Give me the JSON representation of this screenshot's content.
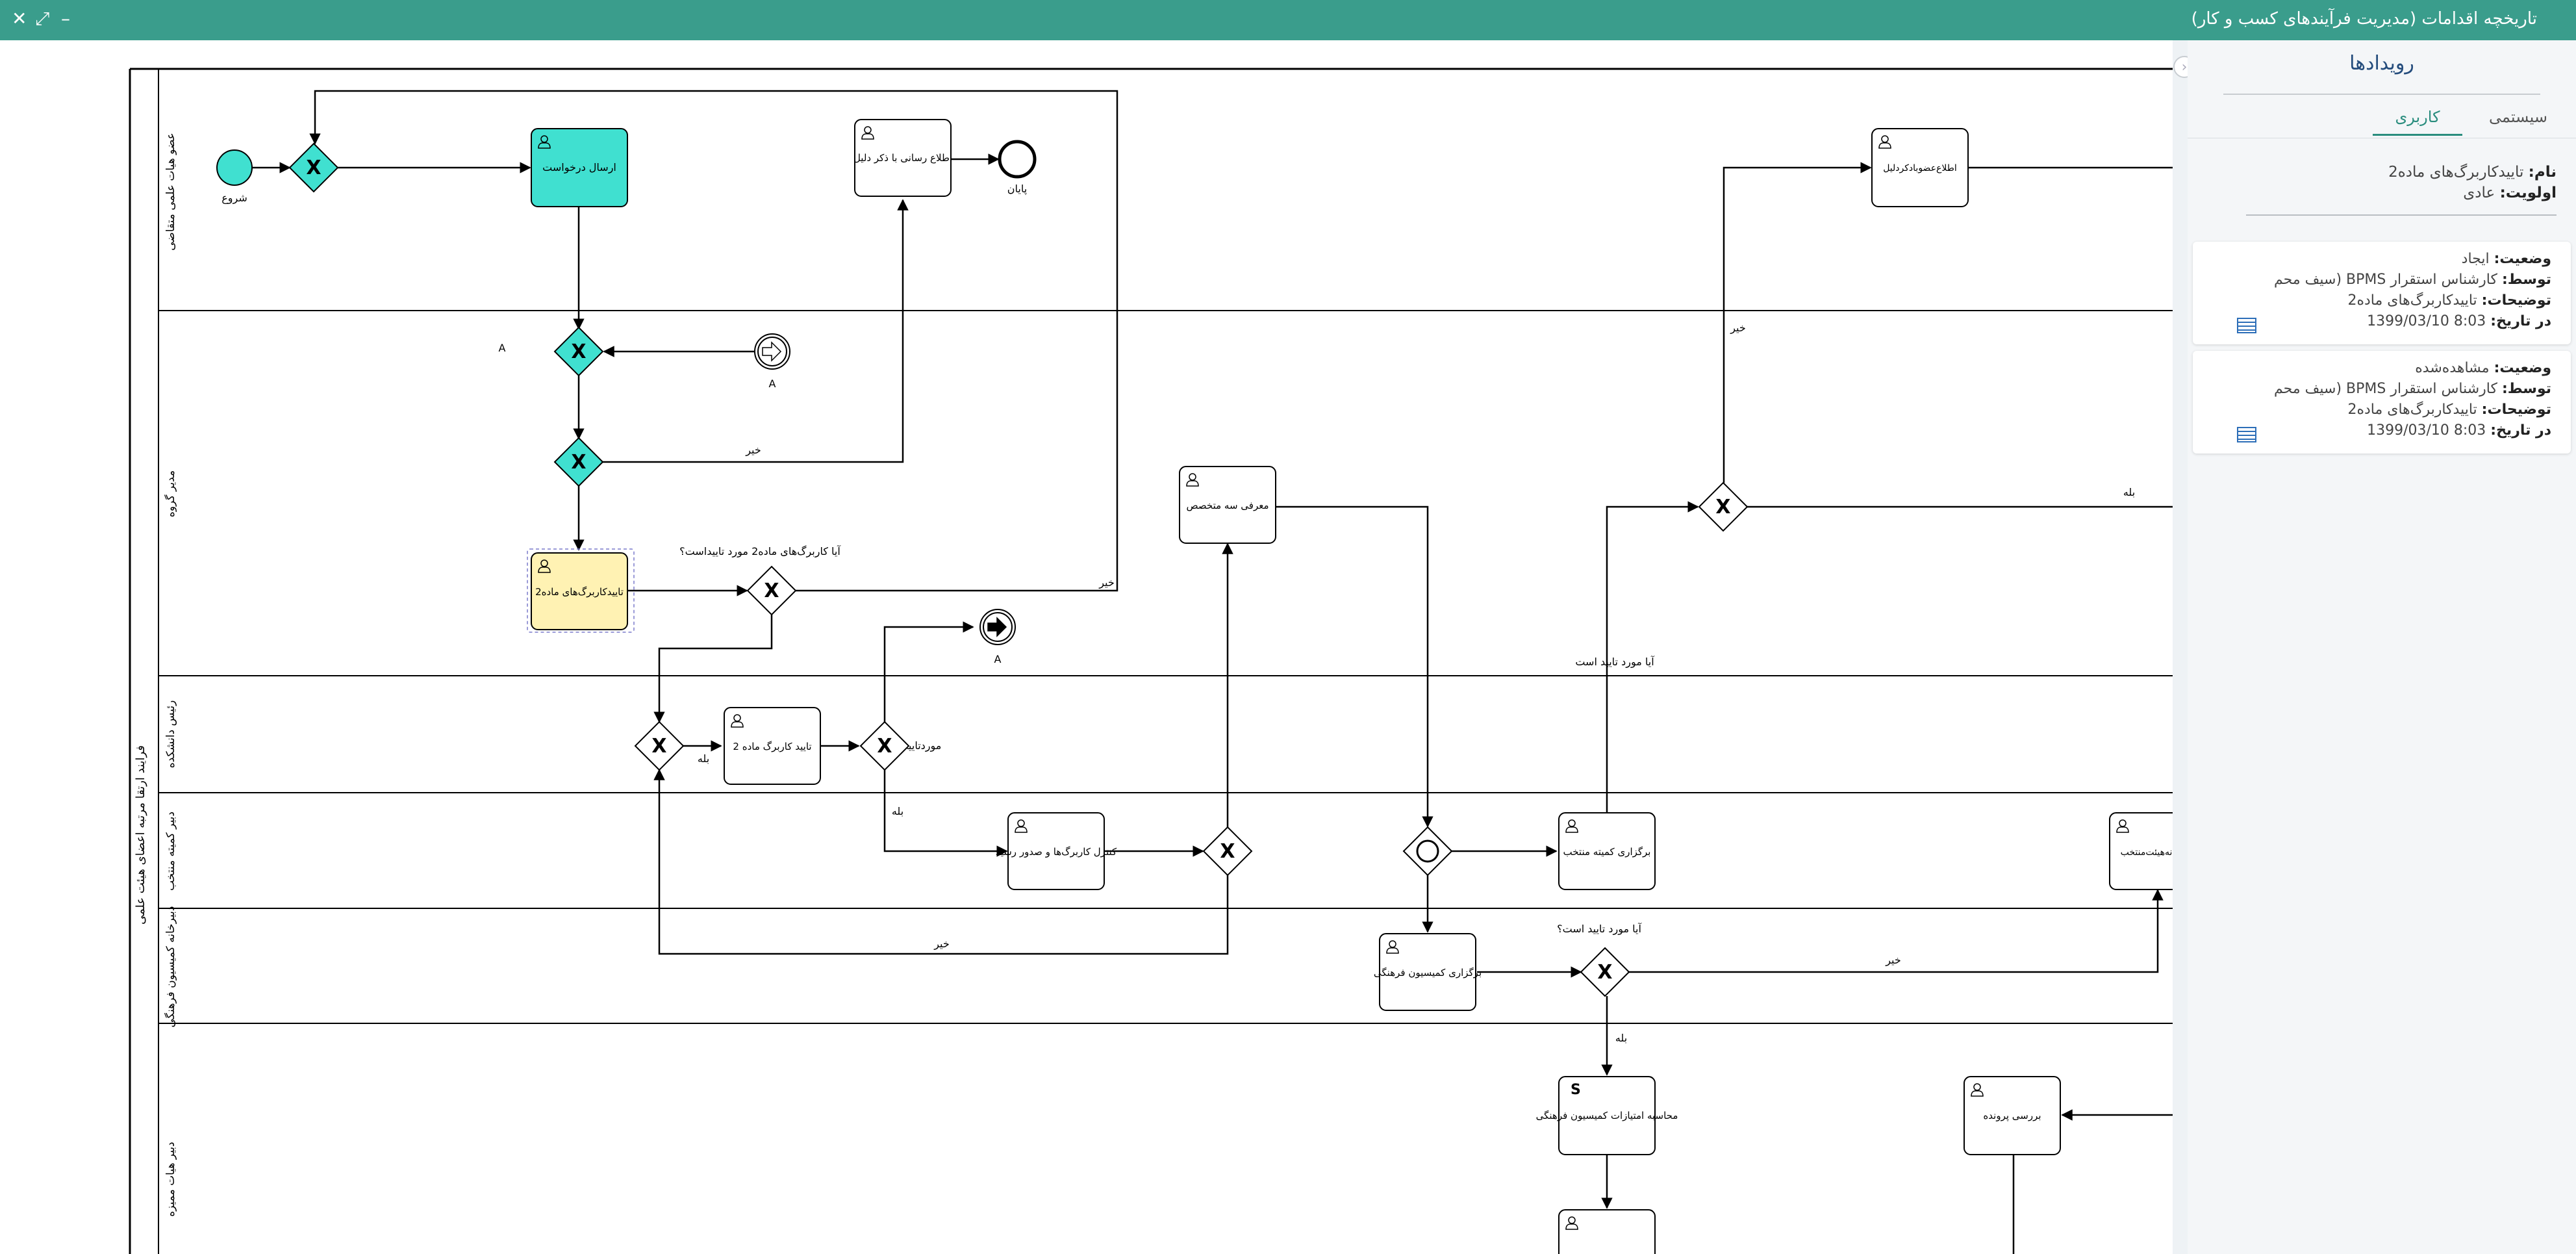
{
  "window": {
    "title": "تاریخچه اقدامات (مدیریت فرآیندهای کسب و کار)",
    "close_icon": "close-icon",
    "expand_icon": "expand-icon",
    "minimize_icon": "minimize-icon",
    "accent_color": "#3a9d8c"
  },
  "diagram": {
    "pool_name": "فرایند ارتقا مرتبه اعضای هیئت علمی",
    "lanes": [
      "عضو هیات علمی متقاضی",
      "مدیر گروه",
      "رئیس دانشکده",
      "دبیر کمیته منتخب",
      "دبیرخانه کمیسیون فرهنگی",
      "دبیر هیات ممیزه"
    ],
    "events": {
      "start": "شروع",
      "end": "پایان",
      "link_catch": "A",
      "link_throw": "A",
      "side_a": "A"
    },
    "tasks": {
      "send_request": "ارسال درخواست",
      "notify_reason": "اطلاع رسانی با ذکر دلیل",
      "approve_form2": "تاییدکاربرگ‌های ماده2",
      "approve_form2_dean": "تایید کاربرگ ماده 2",
      "introduce_experts": "معرفی سه متخصص",
      "control_forms": "کنترل کاربرگ‌ها و صدور رسید",
      "hold_committee": "برگزاری کمیته منتخب",
      "hold_commission": "برگزاری کمیسیون فرهنگی",
      "calc_points": "محاسبه امتیازات کمیسیون فرهنگی",
      "review_file": "بررسی پرونده",
      "notify_members": "اطلاع‌عضوبادکردلیل",
      "secretariat": "دبیرخانه‌هیئت‌منتخب"
    },
    "labels": {
      "no1": "خیر",
      "no2": "خیر",
      "no3": "خیر",
      "no4": "خیر",
      "no5": "خیر",
      "yes1": "بله",
      "yes2": "بله",
      "yes3": "بله",
      "yes4": "بله",
      "question_form2": "آیا کاربرگ‌های ماده2 مورد تاییداست؟",
      "question_approved": "آیا مورد تایید است",
      "question_approved2": "آیا مورد تایید است؟",
      "approved": "موردتایید"
    },
    "colors": {
      "completed_task": "#40e0d0",
      "active_task": "#fff2b3",
      "gateway_done": "#40e0d0"
    }
  },
  "panel": {
    "title": "رویدادها",
    "collapse_icon": "chevron-right-icon",
    "tabs": {
      "user": "کاربری",
      "system": "سیستمی"
    },
    "task_info": {
      "name_label": "نام:",
      "name_value": "تاییدکاربرگ‌های ماده2",
      "priority_label": "اولویت:",
      "priority_value": "عادی"
    },
    "events": [
      {
        "status_label": "وضعیت:",
        "status": "ایجاد",
        "by_label": "توسط:",
        "by": "کارشناس استقرار BPMS (سیف محم",
        "desc_label": "توضیحات:",
        "desc": "تاییدکاربرگ‌های ماده2",
        "date_label": "در تاریخ:",
        "date": "1399/03/10  8:03",
        "icon": "document-list-icon"
      },
      {
        "status_label": "وضعیت:",
        "status": "مشاهده‌شده",
        "by_label": "توسط:",
        "by": "کارشناس استقرار BPMS (سیف محم",
        "desc_label": "توضیحات:",
        "desc": "تاییدکاربرگ‌های ماده2",
        "date_label": "در تاریخ:",
        "date": "1399/03/10  8:03",
        "icon": "document-list-icon"
      }
    ]
  }
}
